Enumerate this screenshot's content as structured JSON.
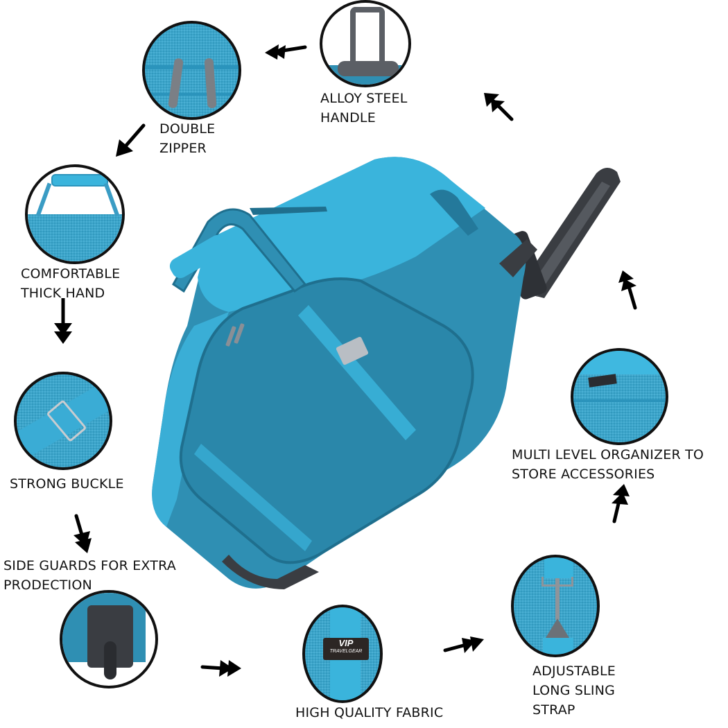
{
  "product": {
    "brand_tag": "VIP TRAVELGEAR",
    "colors": {
      "bag_primary": "#2f8fb3",
      "bag_light": "#3ab4dc",
      "bag_dark": "#1f6f8e",
      "trolley": "#3a3d42",
      "outline": "#111111",
      "background": "#ffffff"
    }
  },
  "features": [
    {
      "id": "double-zipper",
      "label_lines": [
        "DOUBLE",
        "ZIPPER"
      ]
    },
    {
      "id": "alloy-steel-handle",
      "label_lines": [
        "ALLOY STEEL",
        "HANDLE"
      ]
    },
    {
      "id": "thick-handle",
      "label_lines": [
        "COMFORTABLE",
        "THICK HAND"
      ]
    },
    {
      "id": "strong-buckle",
      "label_lines": [
        "STRONG BUCKLE"
      ]
    },
    {
      "id": "side-guards",
      "label_lines": [
        "SIDE GUARDS FOR EXTRA",
        "PRODECTION"
      ]
    },
    {
      "id": "multi-level-organizer",
      "label_lines": [
        "MULTI LEVEL ORGANIZER TO",
        "STORE ACCESSORIES"
      ]
    },
    {
      "id": "high-quality-fabric",
      "label_lines": [
        "HIGH QUALITY FABRIC"
      ]
    },
    {
      "id": "sling-strap",
      "label_lines": [
        "ADJUSTABLE",
        "LONG SLING",
        "STRAP"
      ]
    }
  ],
  "badges": {
    "fabric_logo_top": "VIP",
    "fabric_logo_bottom": "TRAVELGEAR"
  }
}
